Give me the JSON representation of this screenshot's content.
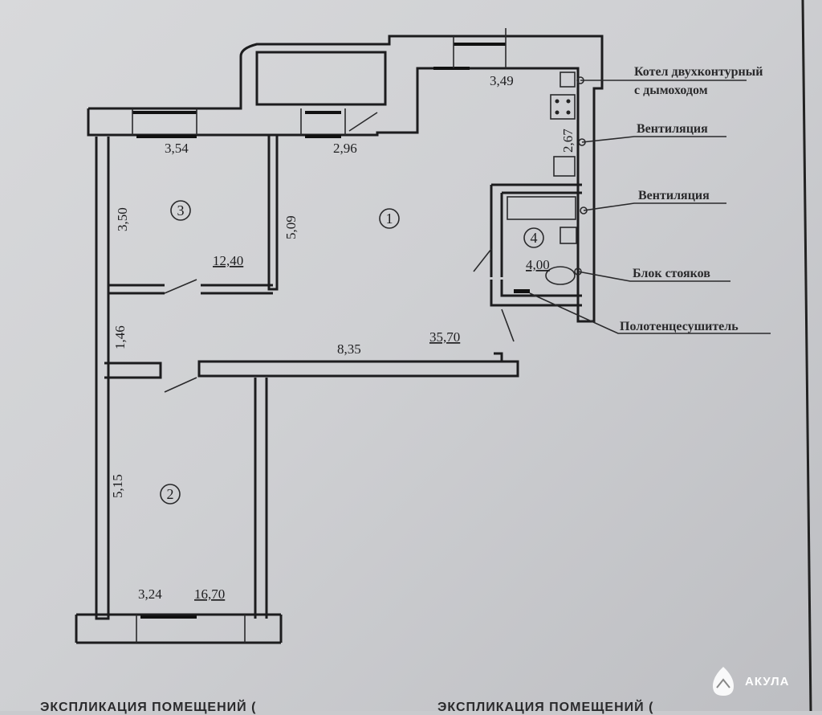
{
  "plan": {
    "rooms": [
      {
        "number": "1",
        "area": "35,70"
      },
      {
        "number": "2",
        "area": "16,70"
      },
      {
        "number": "3",
        "area": "12,40"
      },
      {
        "number": "4",
        "area": "4,00"
      }
    ],
    "dimensions": {
      "kitchen_top": "3,49",
      "room3_top": "3,54",
      "hall_top": "2,96",
      "kitchen_side": "2,67",
      "room3_side": "3,50",
      "room1_side": "5,09",
      "corridor_side": "1,46",
      "corridor_length": "8,35",
      "room2_side": "5,15",
      "room2_bottom": "3,24"
    },
    "callouts": {
      "boiler_line1": "Котел двухконтурный",
      "boiler_line2": "с дымоходом",
      "ventilation1": "Вентиляция",
      "ventilation2": "Вентиляция",
      "riser_block": "Блок стояков",
      "towel_dryer": "Полотенцесушитель"
    }
  },
  "footer": {
    "left_heading": "ЭКСПЛИКАЦИЯ ПОМЕЩЕНИЙ (",
    "right_heading": "ЭКСПЛИКАЦИЯ ПОМЕЩЕНИЙ ("
  },
  "watermark": {
    "brand": "АКУЛА"
  }
}
